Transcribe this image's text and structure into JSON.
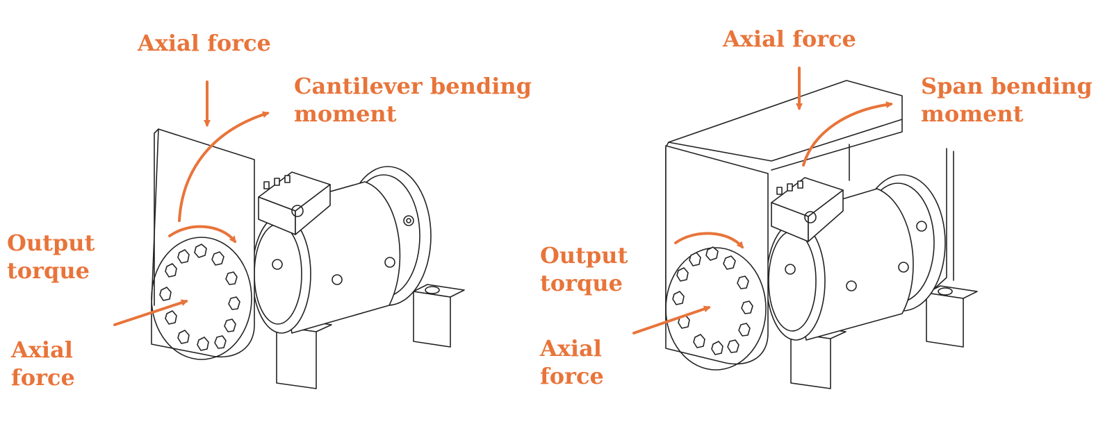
{
  "colors": {
    "label": "#e8743a",
    "line": "#222222",
    "background": "#ffffff"
  },
  "left": {
    "axial_force_top": "Axial  force",
    "bending_line1": "Cantilever bending",
    "bending_line2": "moment",
    "output_line1": "Output",
    "output_line2": "torque",
    "axial_side_line1": "Axial",
    "axial_side_line2": "force"
  },
  "right": {
    "axial_force_top": "Axial   force",
    "bending_line1": "Span bending",
    "bending_line2": "moment",
    "output_line1": "Output",
    "output_line2": "torque",
    "axial_side_line1": "Axial",
    "axial_side_line2": "force"
  }
}
